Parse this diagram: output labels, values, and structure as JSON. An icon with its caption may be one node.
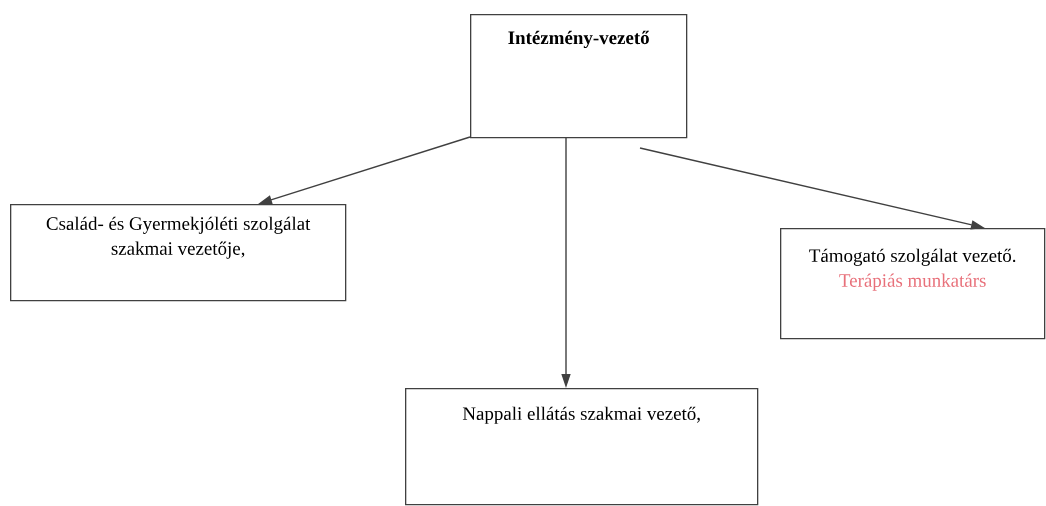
{
  "diagram": {
    "nodes": [
      {
        "text": [
          "Intézmény-vezető"
        ]
      },
      {
        "text": [
          "Család-  és Gyermekjóléti szolgálat szakmai vezetője,"
        ]
      },
      {
        "text": [
          "Támogató szolgálat vezető.",
          "Terápiás munkatárs"
        ]
      },
      {
        "text": [
          "Nappali ellátás szakmai vezető,"
        ]
      }
    ],
    "edges": [
      {
        "from": 0,
        "to": 1,
        "arrow": "to"
      },
      {
        "from": 0,
        "to": 3,
        "arrow": "to"
      },
      {
        "from": 0,
        "to": 2,
        "arrow": "to"
      }
    ]
  }
}
